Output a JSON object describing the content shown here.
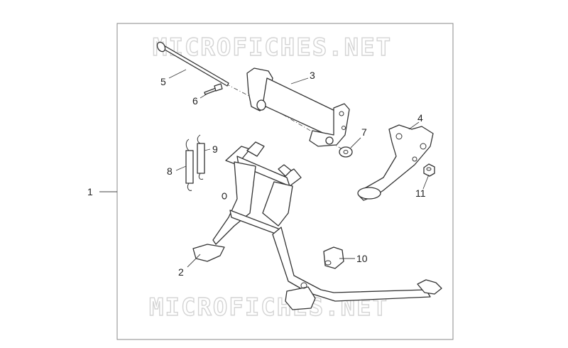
{
  "watermarks": {
    "top": "MICROFICHES.NET",
    "bottom": "MICROFICHES.NET"
  },
  "callouts": {
    "c1": "1",
    "c2": "2",
    "c3": "3",
    "c4": "4",
    "c5": "5",
    "c6": "6",
    "c7": "7",
    "c8": "8",
    "c9": "9",
    "c10": "10",
    "c11": "11"
  }
}
